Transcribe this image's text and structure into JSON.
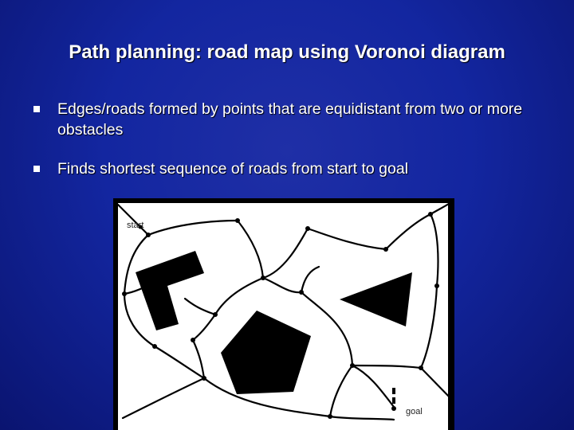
{
  "slide": {
    "title": "Path planning: road map using Voronoi diagram",
    "bullets": [
      "Edges/roads formed by points that are equidistant from two or more obstacles",
      "Finds shortest sequence of roads from start to goal"
    ]
  },
  "figure": {
    "start_label": "start",
    "goal_label": "goal"
  }
}
